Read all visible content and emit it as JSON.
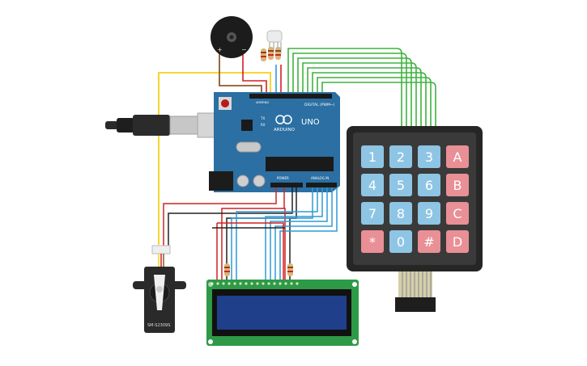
{
  "arduino": {
    "brand": "ARDUINO",
    "model": "UNO",
    "digital_label": "DIGITAL (PWM~)",
    "power_label": "POWER",
    "analog_label": "ANALOG IN",
    "tx_label": "TX",
    "rx_label": "RX",
    "aref_label": "AREF",
    "gnd_label": "GND",
    "board_color": "#2b6fa3"
  },
  "keypad": {
    "keys": [
      "1",
      "2",
      "3",
      "A",
      "4",
      "5",
      "6",
      "B",
      "7",
      "8",
      "9",
      "C",
      "*",
      "0",
      "#",
      "D"
    ],
    "number_key_color": "#8ec5e4",
    "letter_key_color": "#e98f96"
  },
  "buzzer": {
    "plus_label": "+",
    "minus_label": "−"
  },
  "servo": {
    "model_label": "SM-S2309S"
  },
  "lcd": {
    "board_color": "#2e9a47",
    "screen_color": "#1f3f8a"
  },
  "wire_colors": {
    "green": "#3fb23f",
    "red": "#d32121",
    "yellow": "#f4d21a",
    "blue": "#2f9ad6",
    "black": "#222222",
    "brown": "#8b5a2b"
  }
}
